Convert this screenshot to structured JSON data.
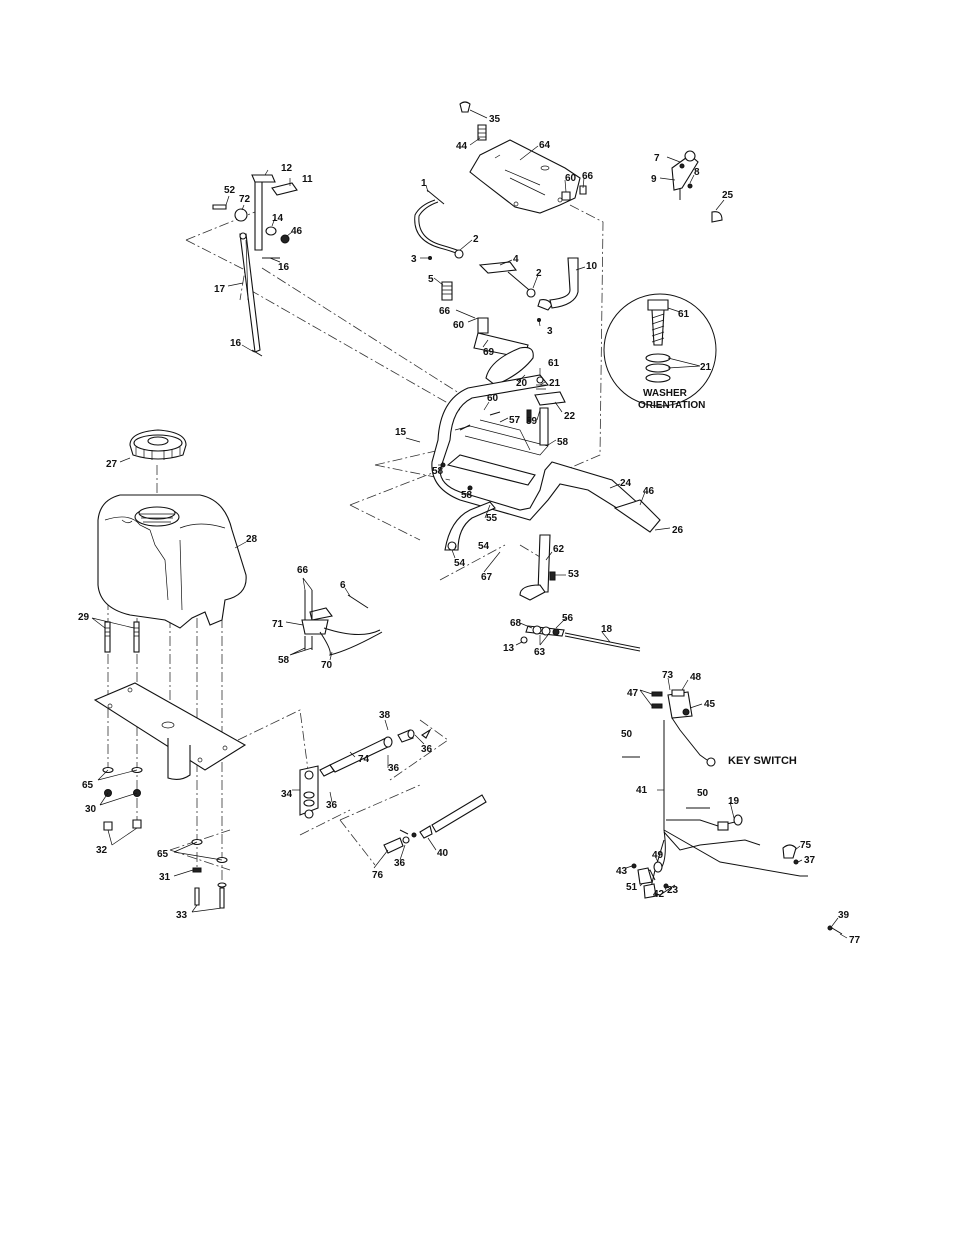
{
  "labels": {
    "k_switch": "KEY SWITCH",
    "washer_line1": "WASHER",
    "washer_line2": "ORIENTATION",
    "p1": "1",
    "p2": "2",
    "p3": "3",
    "p4": "4",
    "p5": "5",
    "p6": "6",
    "p7": "7",
    "p8": "8",
    "p9": "9",
    "p10": "10",
    "p11": "11",
    "p12": "12",
    "p13": "13",
    "p14": "14",
    "p15": "15",
    "p16": "16",
    "p17": "17",
    "p18": "18",
    "p19": "19",
    "p20": "20",
    "p21": "21",
    "p22": "22",
    "p23": "23",
    "p24": "24",
    "p25": "25",
    "p26": "26",
    "p27": "27",
    "p28": "28",
    "p29": "29",
    "p30": "30",
    "p31": "31",
    "p32": "32",
    "p33": "33",
    "p34": "34",
    "p35": "35",
    "p36": "36",
    "p37": "37",
    "p38": "38",
    "p39": "39",
    "p40": "40",
    "p41": "41",
    "p42": "42",
    "p43": "43",
    "p44": "44",
    "p45": "45",
    "p46": "46",
    "p47": "47",
    "p48": "48",
    "p49": "49",
    "p50": "50",
    "p51": "51",
    "p52": "52",
    "p53": "53",
    "p54": "54",
    "p55": "55",
    "p56": "56",
    "p57": "57",
    "p58": "58",
    "p59": "59",
    "p60": "60",
    "p61": "61",
    "p62": "62",
    "p63": "63",
    "p64": "64",
    "p65": "65",
    "p66": "66",
    "p67": "67",
    "p68": "68",
    "p69": "69",
    "p70": "70",
    "p71": "71",
    "p72": "72",
    "p73": "73",
    "p74": "74",
    "p75": "75",
    "p76": "76",
    "p77": "77"
  }
}
